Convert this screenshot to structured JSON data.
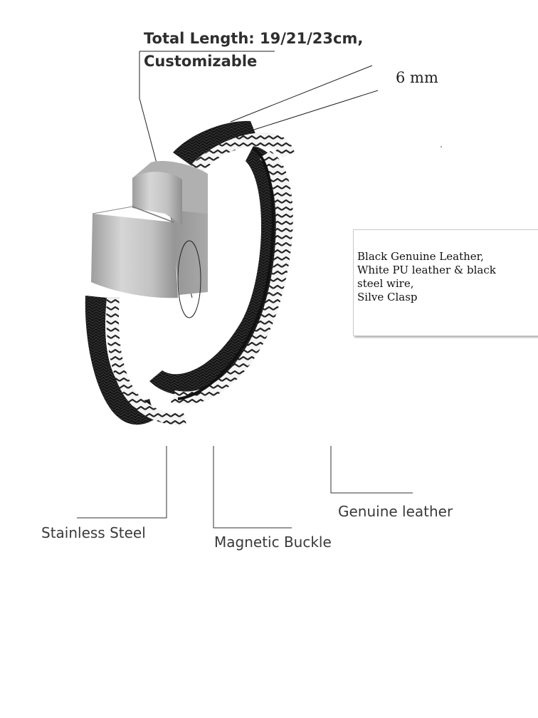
{
  "title": {
    "line1": "Total Length: 19/21/23cm,",
    "line2": "Customizable"
  },
  "width_label": "6 mm",
  "material": {
    "lines": [
      "Black Genuine Leather,",
      "White PU leather & black",
      "steel wire,",
      "Silve Clasp"
    ]
  },
  "callouts": {
    "stainless_steel": "Stainless Steel",
    "magnetic_buckle": "Magnetic Buckle",
    "genuine_leather": "Genuine leather"
  },
  "colors": {
    "black_leather": "#151515",
    "white_leather": "#f4f4f4",
    "clasp_silver": "#bdbdbd"
  }
}
